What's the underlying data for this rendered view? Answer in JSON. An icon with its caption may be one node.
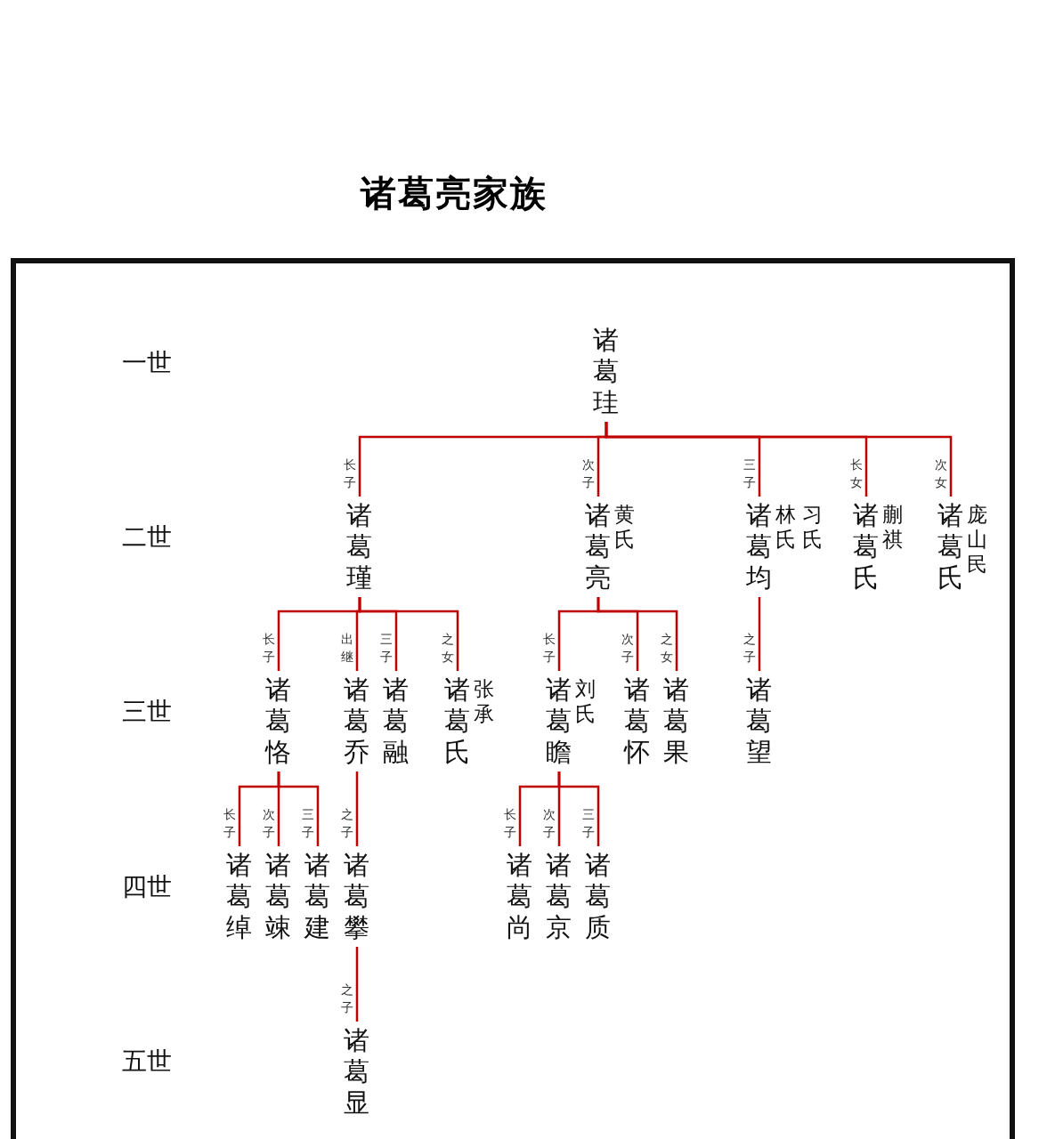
{
  "diagram": {
    "title": "诸葛亮家族",
    "nodes": [
      {
        "text": [
          "诸葛珪"
        ]
      },
      {
        "text": [
          "诸葛瑾"
        ]
      },
      {
        "text": [
          "诸葛亮"
        ],
        "beside": [
          "黄氏"
        ]
      },
      {
        "text": [
          "诸葛均"
        ],
        "beside": [
          "林氏",
          "习氏"
        ]
      },
      {
        "text": [
          "诸葛氏"
        ],
        "beside": [
          "蒯祺"
        ]
      },
      {
        "text": [
          "诸葛氏"
        ],
        "beside": [
          "庞山民"
        ]
      },
      {
        "text": [
          "诸葛恪"
        ]
      },
      {
        "text": [
          "诸葛乔"
        ]
      },
      {
        "text": [
          "诸葛融"
        ]
      },
      {
        "text": [
          "诸葛氏"
        ],
        "beside": [
          "张承"
        ]
      },
      {
        "text": [
          "诸葛瞻"
        ],
        "beside": [
          "刘氏"
        ]
      },
      {
        "text": [
          "诸葛怀"
        ]
      },
      {
        "text": [
          "诸葛果"
        ]
      },
      {
        "text": [
          "诸葛望"
        ]
      },
      {
        "text": [
          "诸葛绰"
        ]
      },
      {
        "text": [
          "诸葛竦"
        ]
      },
      {
        "text": [
          "诸葛建"
        ]
      },
      {
        "text": [
          "诸葛攀"
        ]
      },
      {
        "text": [
          "诸葛尚"
        ]
      },
      {
        "text": [
          "诸葛京"
        ]
      },
      {
        "text": [
          "诸葛质"
        ]
      },
      {
        "text": [
          "诸葛显"
        ]
      }
    ],
    "edges": [
      {
        "from": 0,
        "to": 1,
        "arrow": "none",
        "label": "长子"
      },
      {
        "from": 0,
        "to": 2,
        "arrow": "none",
        "label": "次子"
      },
      {
        "from": 0,
        "to": 3,
        "arrow": "none",
        "label": "三子"
      },
      {
        "from": 0,
        "to": 4,
        "arrow": "none",
        "label": "长女"
      },
      {
        "from": 0,
        "to": 5,
        "arrow": "none",
        "label": "次女"
      },
      {
        "from": 1,
        "to": 6,
        "arrow": "none",
        "label": "长子"
      },
      {
        "from": 1,
        "to": 7,
        "arrow": "none",
        "label": "出继"
      },
      {
        "from": 1,
        "to": 8,
        "arrow": "none",
        "label": "三子"
      },
      {
        "from": 1,
        "to": 9,
        "arrow": "none",
        "label": "之女"
      },
      {
        "from": 2,
        "to": 10,
        "arrow": "none",
        "label": "长子"
      },
      {
        "from": 2,
        "to": 11,
        "arrow": "none",
        "label": "次子"
      },
      {
        "from": 2,
        "to": 12,
        "arrow": "none",
        "label": "之女"
      },
      {
        "from": 3,
        "to": 13,
        "arrow": "none",
        "label": "之子"
      },
      {
        "from": 6,
        "to": 14,
        "arrow": "none",
        "label": "长子"
      },
      {
        "from": 6,
        "to": 15,
        "arrow": "none",
        "label": "次子"
      },
      {
        "from": 6,
        "to": 16,
        "arrow": "none",
        "label": "三子"
      },
      {
        "from": 7,
        "to": 17,
        "arrow": "none",
        "label": "之子"
      },
      {
        "from": 10,
        "to": 18,
        "arrow": "none",
        "label": "长子"
      },
      {
        "from": 10,
        "to": 19,
        "arrow": "none",
        "label": "次子"
      },
      {
        "from": 10,
        "to": 20,
        "arrow": "none",
        "label": "三子"
      },
      {
        "from": 17,
        "to": 21,
        "arrow": "none",
        "label": "之子"
      }
    ],
    "labels": [
      "一世",
      "二世",
      "三世",
      "四世",
      "五世"
    ]
  }
}
